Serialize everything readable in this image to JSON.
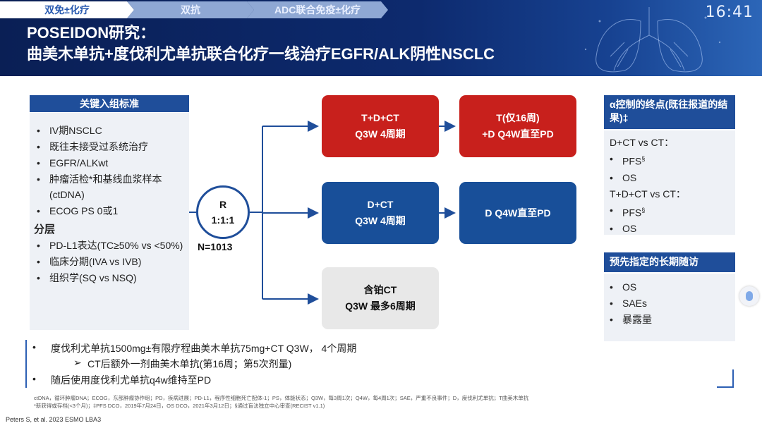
{
  "nav": {
    "tabs": [
      {
        "label": "双免±化疗"
      },
      {
        "label": "双抗"
      },
      {
        "label": "ADC联合免疫±化疗"
      }
    ],
    "clock": "16:41"
  },
  "title": {
    "line1": "POSEIDON研究：",
    "line2": "曲美木单抗+度伐利尤单抗联合化疗一线治疗EGFR/ALK阴性NSCLC"
  },
  "criteria": {
    "heading": "关键入组标准",
    "items": [
      "IV期NSCLC",
      "既往未接受过系统治疗",
      "EGFR/ALKwt",
      "肿瘤活检*和基线血浆样本(ctDNA)",
      "ECOG PS 0或1"
    ],
    "strat_heading": "分层",
    "strat_items": [
      "PD-L1表达(TC≥50% vs <50%)",
      "临床分期(IVA vs IVB)",
      "组织学(SQ vs NSQ)"
    ]
  },
  "randomization": {
    "label": "R",
    "ratio": "1:1:1",
    "n": "N=1013"
  },
  "arms": [
    {
      "line1": "T+D+CT",
      "line2": "Q3W 4周期",
      "color": "#c8201c"
    },
    {
      "line1": "T(仅16周)",
      "line2": "+D Q4W直至PD",
      "color": "#c8201c"
    },
    {
      "line1": "D+CT",
      "line2": "Q3W 4周期",
      "color": "#184f99"
    },
    {
      "line1": "D Q4W直至PD",
      "line2": "",
      "color": "#184f99"
    },
    {
      "line1": "含铂CT",
      "line2": "Q3W 最多6周期",
      "color": "#e8e8e8"
    }
  ],
  "endpoints": {
    "heading": "α控制的终点(既往报道的结果)‡",
    "group1_title": "D+CT vs CT：",
    "group1_items": [
      "PFS§",
      "OS"
    ],
    "group2_title": "T+D+CT vs CT：",
    "group2_items": [
      "PFS§",
      "OS"
    ]
  },
  "followup": {
    "heading": "预先指定的长期随访",
    "items": [
      "OS",
      "SAEs",
      "暴露量"
    ]
  },
  "notes": {
    "line1": "度伐利尤单抗1500mg±有限疗程曲美木单抗75mg+CT Q3W， 4个周期",
    "line2": "CT后额外一剂曲美木单抗(第16周；第5次剂量)",
    "line3": "随后使用度伐利尤单抗q4w维持至PD",
    "sub_marker": "➢"
  },
  "abbreviations": {
    "line1": "ctDNA，循环肿瘤DNA；ECOG，东部肿瘤协作组；PD，疾病进展；PD-L1，程序性细胞死亡配体-1；PS，体能状态；Q3W，每3周1次；Q4W，每4周1次；SAE，严重不良事件；D，度伐利尤单抗；T曲美木单抗",
    "line2": "*新获得或存档(<3个月)；‡PFS DCO，2019年7月24日，OS DCO，2021年3月12日；§通过盲法独立中心审查(RECIST v1.1)"
  },
  "citation": "Peters S, et al. 2023 ESMO LBA3"
}
